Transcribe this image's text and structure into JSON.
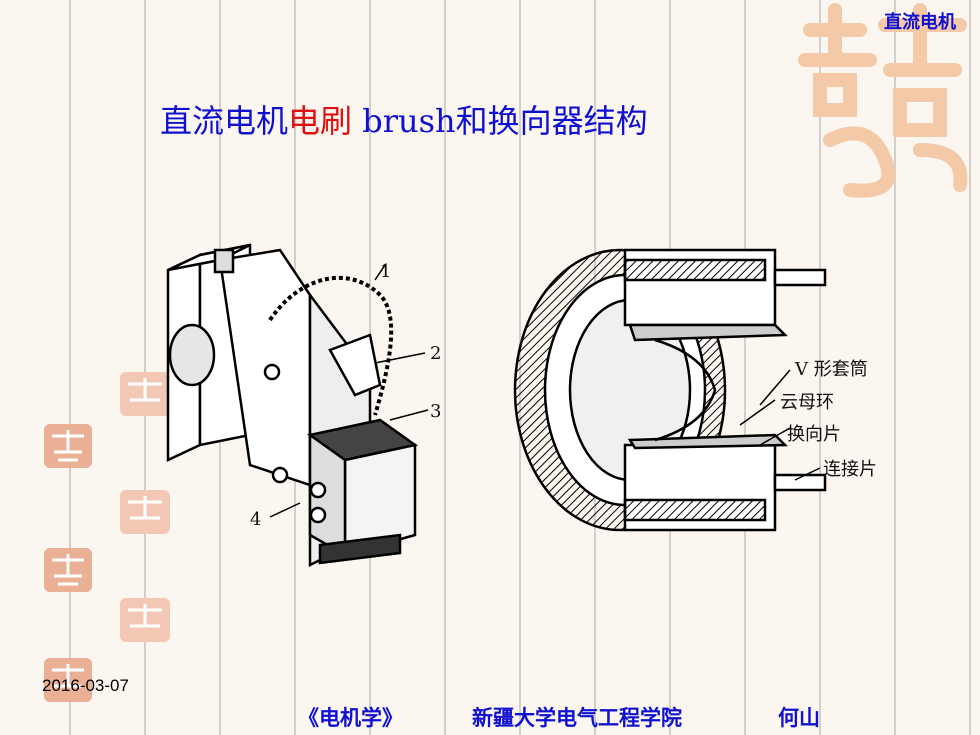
{
  "header": {
    "corner_title": "直流电机"
  },
  "title": {
    "part1": "直流电机",
    "part2": "电刷",
    "part3": " brush",
    "part4": "和换向器结构"
  },
  "brush_figure": {
    "labels": [
      "1",
      "2",
      "3",
      "4"
    ]
  },
  "commutator_figure": {
    "labels": [
      "V 形套筒",
      "云母环",
      "换向片",
      "连接片"
    ]
  },
  "date": "2016-03-07",
  "footer": {
    "book": "《电机学》",
    "institution": "新疆大学电气工程学院",
    "author": "何山"
  },
  "colors": {
    "blue": "#1010d0",
    "red": "#e01010",
    "seal": "#e8a080"
  }
}
